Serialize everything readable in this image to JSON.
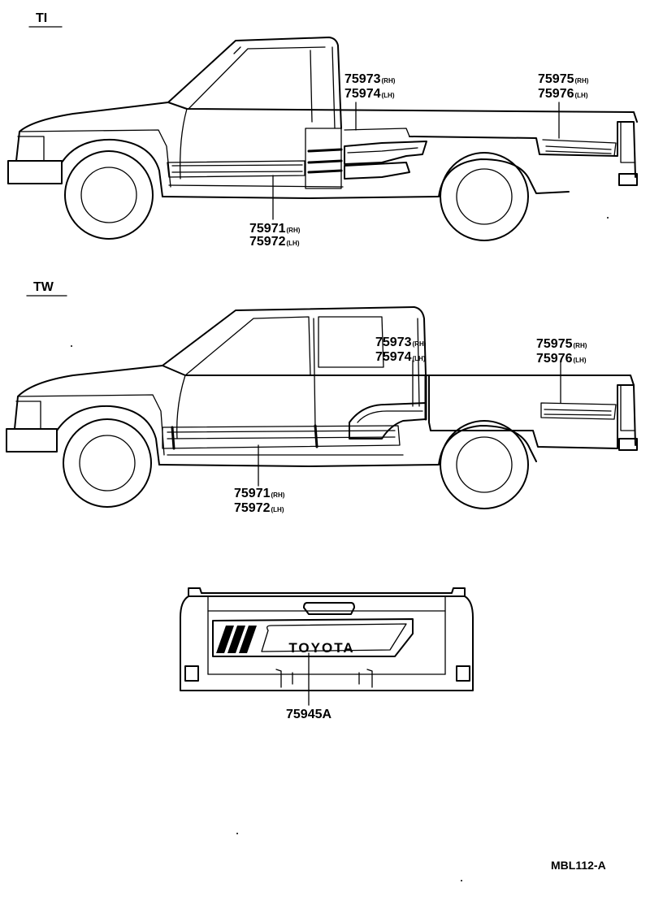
{
  "sections": {
    "ti": {
      "label": "TI"
    },
    "tw": {
      "label": "TW"
    }
  },
  "callouts": {
    "ti_rocker": {
      "line1": "75971",
      "sfx1": "(RH)",
      "line2": "75972",
      "sfx2": "(LH)"
    },
    "ti_mid": {
      "line1": "75973",
      "sfx1": "(RH)",
      "line2": "75974",
      "sfx2": "(LH)"
    },
    "ti_bed": {
      "line1": "75975",
      "sfx1": "(RH)",
      "line2": "75976",
      "sfx2": "(LH)"
    },
    "tw_rocker": {
      "line1": "75971",
      "sfx1": "(RH)",
      "line2": "75972",
      "sfx2": "(LH)"
    },
    "tw_mid": {
      "line1": "75973",
      "sfx1": "(RH)",
      "line2": "75974",
      "sfx2": "(LH)"
    },
    "tw_bed": {
      "line1": "75975",
      "sfx1": "(RH)",
      "line2": "75976",
      "sfx2": "(LH)"
    },
    "tailgate": {
      "line1": "75945A"
    }
  },
  "tailgate_emblem": {
    "text": "TOYOTA"
  },
  "drawing_code": "MBL112-A"
}
